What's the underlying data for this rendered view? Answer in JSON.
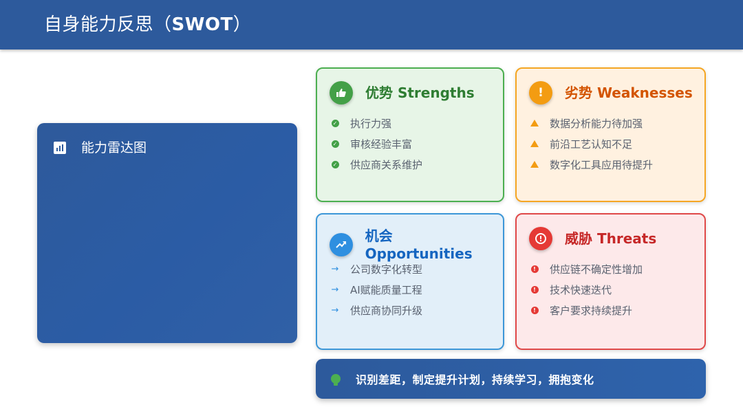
{
  "header": {
    "title_prefix": "自身能力反思（",
    "title_bold": "SWOT",
    "title_suffix": "）"
  },
  "radar_panel": {
    "title": "能力雷达图",
    "icon": "bar-chart-icon"
  },
  "cards": {
    "strengths": {
      "title": "优势 Strengths",
      "icon": "thumbs-up-icon",
      "color": "#43a047",
      "items": [
        "执行力强",
        "审核经验丰富",
        "供应商关系维护"
      ]
    },
    "weaknesses": {
      "title": "劣势 Weaknesses",
      "icon": "exclamation-icon",
      "badge_glyph": "!",
      "color": "#f39c12",
      "items": [
        "数据分析能力待加强",
        "前沿工艺认知不足",
        "数字化工具应用待提升"
      ]
    },
    "opportunities": {
      "title": "机会 Opportunities",
      "icon": "trending-up-icon",
      "color": "#2e8fe0",
      "items": [
        "公司数字化转型",
        "AI赋能质量工程",
        "供应商协同升级"
      ]
    },
    "threats": {
      "title": "威胁 Threats",
      "icon": "alert-circle-icon",
      "badge_glyph": "!",
      "color": "#e53935",
      "items": [
        "供应链不确定性增加",
        "技术快速迭代",
        "客户要求持续提升"
      ]
    }
  },
  "footer": {
    "text": "识别差距，制定提升计划，持续学习，拥抱变化",
    "icon": "lightbulb-icon"
  }
}
